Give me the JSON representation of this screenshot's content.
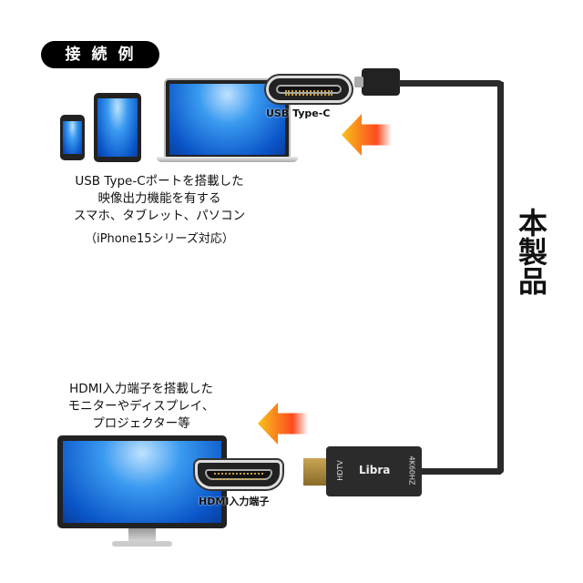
{
  "badge": "接続例",
  "top_caption": {
    "line1": "USB Type-Cポートを搭載した",
    "line2": "映像出力機能を有する",
    "line3": "スマホ、タブレット、パソコン",
    "note": "（iPhone15シリーズ対応）"
  },
  "usbc_label": "USB Type-C",
  "product_label": "本製品",
  "bottom_caption": {
    "line1": "HDMI入力端子を搭載した",
    "line2": "モニターやディスプレイ、",
    "line3": "プロジェクター等"
  },
  "hdmi_label": "HDMI入力端子",
  "plug": {
    "brand": "Libra",
    "left_text": "HDTV",
    "right_text": "4K60HZ"
  }
}
